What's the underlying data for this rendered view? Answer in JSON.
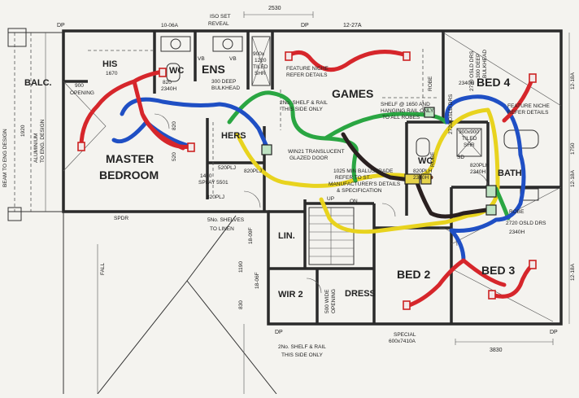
{
  "rooms": {
    "his": "HIS",
    "wc_ensuite": "WC",
    "ens": "ENS",
    "games": "GAMES",
    "bed4": "BED 4",
    "master_1": "MASTER",
    "master_2": "BEDROOM",
    "hers": "HERS",
    "wc_main": "WC",
    "bath": "BATH",
    "bed2": "BED 2",
    "bed3": "BED 3",
    "lin": "LIN.",
    "wir2": "WIR 2",
    "dress": "DRESS",
    "balc": "BALC."
  },
  "notes": {
    "iso_set": "ISO SET",
    "reveal": "REVEAL",
    "dim_top": "2530",
    "dim_his": "1670",
    "dim_his_top": "10-06A",
    "dp_top_left": "DP",
    "dp_top_mid": "DP",
    "dim_top_right": "12-27A",
    "opening_900": "900",
    "opening": "OPENING",
    "wc_dim_1": "820",
    "wc_dim_2": "2340H",
    "vb_1": "VB",
    "vb_2": "VB",
    "deep_1": "300 DEEP",
    "deep_2": "BULKHEAD",
    "shr_1": "900x",
    "shr_2": "1220",
    "shr_3": "TILED",
    "shr_4": "SHR",
    "niche_1": "FEATURE NICHE",
    "niche_2": "REFER DETAILS",
    "niche_r1": "FEATURE NICHE",
    "niche_r2": "REFER DETAILS",
    "shelf_1": "2No. SHELF & RAIL",
    "shelf_2": "THIS SIDE ONLY",
    "shelf_robe_1": "SHELF @ 1650 AND",
    "shelf_robe_2": "HANGING RAIL ONLY",
    "shelf_robe_3": "TO ALL ROBES",
    "robe_1": "ROBE",
    "robe_2": "ROBE",
    "robe_3": "ROBE",
    "osld_1": "2720 OSLD DRS",
    "osld_2": "2720 OSLD DRS",
    "osld_3": "2720 OSLD DRS",
    "h2340_1": "2340H",
    "h2340_2": "2340H",
    "deep_robe_1": "300 DEEP",
    "deep_robe_2": "BULKHEAD",
    "win_1": "WIN21 TRANSLUCENT",
    "win_2": "GLAZED DOOR",
    "balust_1": "1025 MIN BALUSTRADE",
    "balust_2": "REFER TO ST..",
    "balust_3": "MANUFACTURER'S DETAILS",
    "balust_4": "& SPECIFICATION",
    "tiled_shr_1": "900x900",
    "tiled_shr_2": "TILED",
    "tiled_shr_3": "SHR",
    "wc_820": "820PLH",
    "wc_2340": "2340H",
    "bath_820": "820PLH",
    "bath_2340": "2340H",
    "sd": "SD",
    "up": "UP",
    "on": "ON",
    "pu_1": "520PLJ",
    "pu_2": "820PLJ",
    "pu_3": "820PLJ",
    "spl_1": "1450",
    "spl_2": "SPLAY 5501",
    "linen_1": "5No. SHELVES",
    "linen_2": "TO LINEN",
    "spdr": "SPDR",
    "fall": "FALL",
    "wir_shelf_1": "2No. SHELF & RAIL",
    "wir_shelf_2": "THIS SIDE ONLY",
    "special_1": "SPECIAL",
    "special_2": "600x7410A",
    "dim_3830": "3830",
    "dp_bottom_1": "DP",
    "dp_bottom_2": "DP",
    "balc_dim": "1920",
    "balc_1": "ALUMINIUM",
    "balc_2": "TO ENG. DESIGN",
    "balc_3": "BEAM TO ENG DESIGN",
    "right_1": "12-18A",
    "right_2": "1750",
    "right_3": "12-18A",
    "right_4": "12-18A",
    "left_vert_1": "1190",
    "left_vert_2": "830",
    "left_vert_3": "18-09F",
    "left_vert_4": "18-06F",
    "door_vert_1": "500 WIDE",
    "door_vert_2": "OPENING",
    "his_520": "520",
    "his_820": "820"
  },
  "wires": {
    "red": "#d6262b",
    "blue": "#1f4fc4",
    "green": "#2aa642",
    "yellow": "#e8d31e",
    "black": "#2a2020",
    "brown": "#6b3a1e"
  },
  "icons": [
    "light-point-icon",
    "switch-box-icon",
    "door-swing-icon",
    "stair-icon"
  ]
}
